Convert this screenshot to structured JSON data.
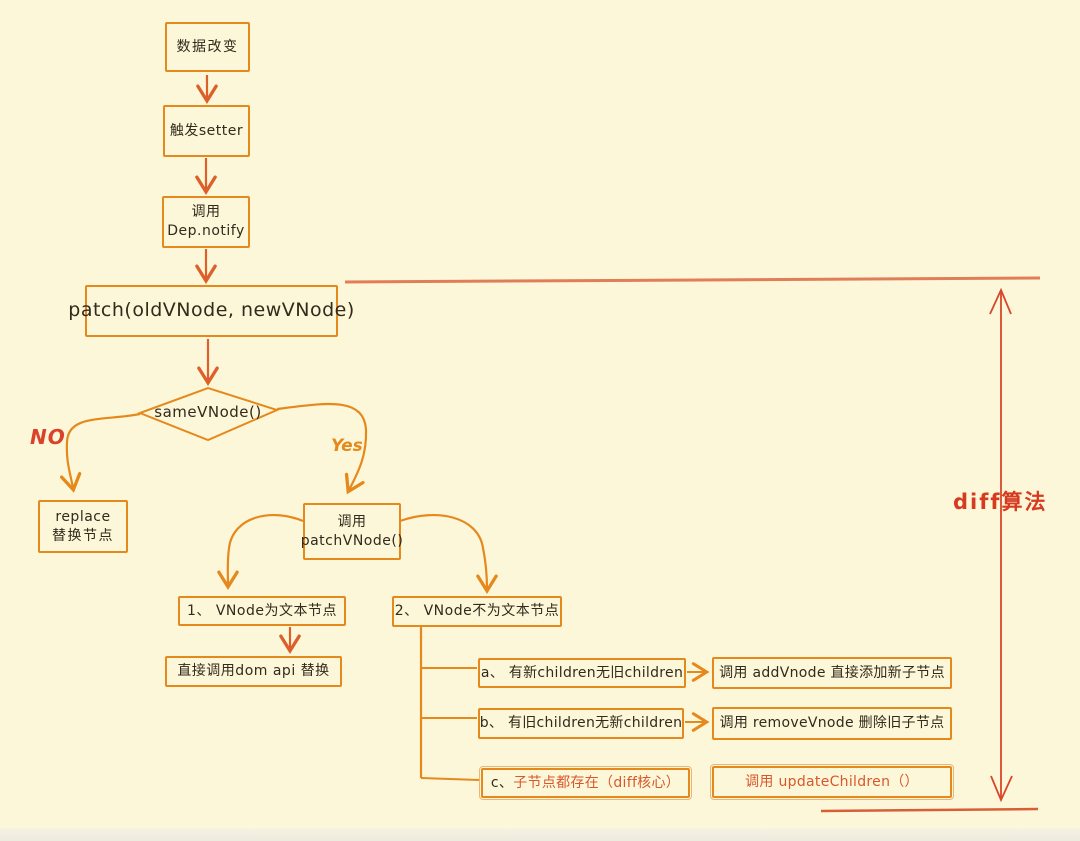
{
  "title": "Vue diff / patch flow diagram",
  "palette": {
    "background": "#fdf7d9",
    "box_border": "#e5891d",
    "text_dark": "#33291c",
    "accent_orange": "#e5891d",
    "accent_red": "#d9432c",
    "line_salmon": "#dd7049",
    "result_text_red": "#d9572b"
  },
  "nodes": {
    "data_change": "数据改变",
    "trigger_setter": "触发setter",
    "call_dep_line1": "调用",
    "call_dep_line2": "Dep.notify",
    "patch": "patch(oldVNode, newVNode)",
    "same_vnode": "sameVNode()",
    "replace_line1": "replace",
    "replace_line2": "替换节点",
    "patch_vnode_line1": "调用",
    "patch_vnode_line2": "patchVNode()",
    "text_node": "1、 VNode为文本节点",
    "dom_api": "直接调用dom api 替换",
    "not_text_node": "2、 VNode不为文本节点",
    "branch_a": "a、 有新children无旧children",
    "branch_a_result": "调用 addVnode 直接添加新子节点",
    "branch_b": "b、 有旧children无新children",
    "branch_b_result": "调用 removeVnode 删除旧子节点",
    "branch_c_prefix": "c、",
    "branch_c_text": "子节点都存在（diff核心）",
    "branch_c_result": "调用 updateChildren（）"
  },
  "labels": {
    "no": "NO",
    "yes": "Yes",
    "diff": "diff算法"
  }
}
